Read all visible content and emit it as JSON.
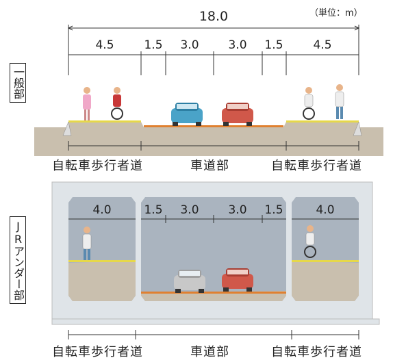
{
  "unit_note": "（単位：m）",
  "top_section": {
    "title": "一般部",
    "total_width": "18.0",
    "dims": [
      "4.5",
      "1.5",
      "3.0",
      "3.0",
      "1.5",
      "4.5"
    ],
    "labels": [
      "自転車歩行者道",
      "車道部",
      "自転車歩行者道"
    ]
  },
  "bottom_section": {
    "title": "JRアンダー部",
    "dims": [
      "4.0",
      "1.5",
      "3.0",
      "3.0",
      "1.5",
      "4.0"
    ],
    "labels": [
      "自転車歩行者道",
      "車道部",
      "自転車歩行者道"
    ]
  }
}
